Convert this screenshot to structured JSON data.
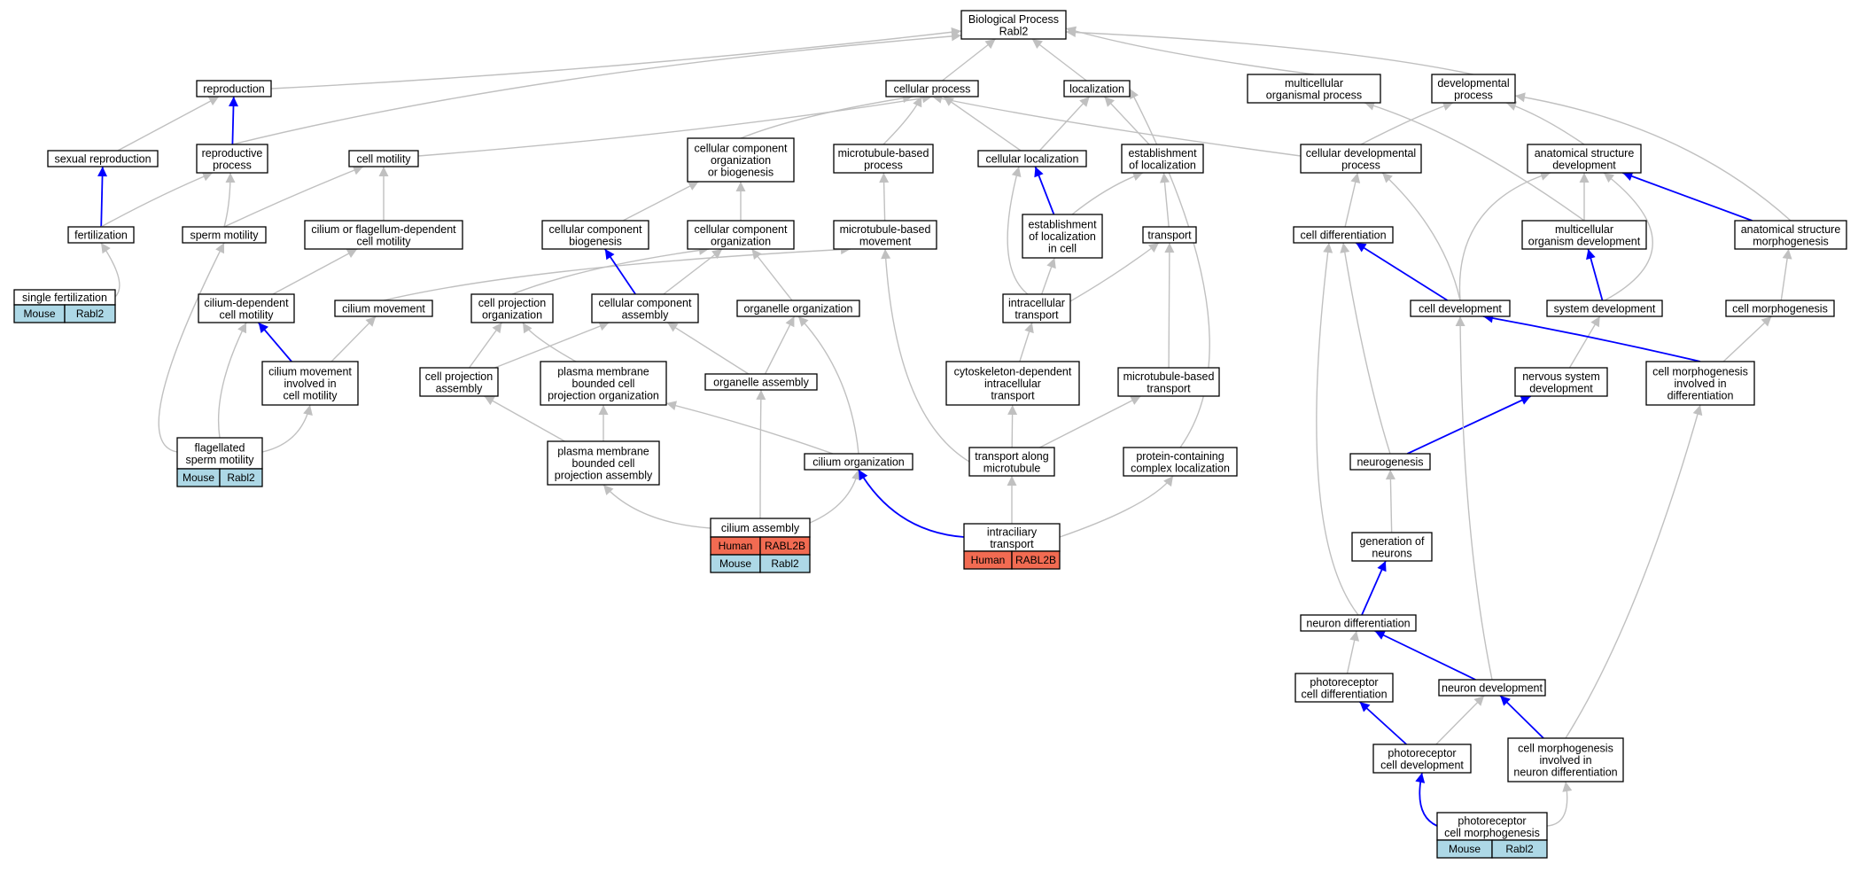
{
  "colors": {
    "mouse": "#add8e6",
    "human": "#f26b52",
    "relation_edge": "#c0c0c0",
    "part_of_edge": "#0000ff"
  },
  "nodes": [
    {
      "id": "bp",
      "label": [
        "Biological Process",
        "Rabl2"
      ]
    },
    {
      "id": "reproduction",
      "label": [
        "reproduction"
      ]
    },
    {
      "id": "cellproc",
      "label": [
        "cellular process"
      ]
    },
    {
      "id": "localization",
      "label": [
        "localization"
      ]
    },
    {
      "id": "multiorg",
      "label": [
        "multicellular",
        "organismal process"
      ]
    },
    {
      "id": "devproc",
      "label": [
        "developmental",
        "process"
      ]
    },
    {
      "id": "sexrep",
      "label": [
        "sexual reproduction"
      ]
    },
    {
      "id": "reproproc",
      "label": [
        "reproductive",
        "process"
      ]
    },
    {
      "id": "cellmot",
      "label": [
        "cell motility"
      ]
    },
    {
      "id": "ccorgbio",
      "label": [
        "cellular component",
        "organization",
        "or biogenesis"
      ]
    },
    {
      "id": "mtbproc",
      "label": [
        "microtubule-based",
        "process"
      ]
    },
    {
      "id": "cellloc",
      "label": [
        "cellular localization"
      ]
    },
    {
      "id": "estloc",
      "label": [
        "establishment",
        "of localization"
      ]
    },
    {
      "id": "celldevproc",
      "label": [
        "cellular developmental",
        "process"
      ]
    },
    {
      "id": "anatdev",
      "label": [
        "anatomical structure",
        "development"
      ]
    },
    {
      "id": "fert",
      "label": [
        "fertilization"
      ]
    },
    {
      "id": "spermmot",
      "label": [
        "sperm motility"
      ]
    },
    {
      "id": "ciliumflag",
      "label": [
        "cilium or flagellum-dependent",
        "cell motility"
      ]
    },
    {
      "id": "ccbio",
      "label": [
        "cellular component",
        "biogenesis"
      ]
    },
    {
      "id": "ccorg",
      "label": [
        "cellular component",
        "organization"
      ]
    },
    {
      "id": "mtbmove",
      "label": [
        "microtubule-based",
        "movement"
      ]
    },
    {
      "id": "estlocincell",
      "label": [
        "establishment",
        "of localization",
        "in cell"
      ]
    },
    {
      "id": "transport",
      "label": [
        "transport"
      ]
    },
    {
      "id": "celldiff",
      "label": [
        "cell differentiation"
      ]
    },
    {
      "id": "multiorgdev",
      "label": [
        "multicellular",
        "organism development"
      ]
    },
    {
      "id": "anatmorph",
      "label": [
        "anatomical structure",
        "morphogenesis"
      ]
    },
    {
      "id": "singlefert",
      "label": [
        "single fertilization"
      ],
      "annotations": [
        {
          "organism": "Mouse",
          "gene": "Rabl2"
        }
      ]
    },
    {
      "id": "ciliumdep",
      "label": [
        "cilium-dependent",
        "cell motility"
      ]
    },
    {
      "id": "ciliummove",
      "label": [
        "cilium movement"
      ]
    },
    {
      "id": "cellprojorg",
      "label": [
        "cell projection",
        "organization"
      ]
    },
    {
      "id": "ccassembly",
      "label": [
        "cellular component",
        "assembly"
      ]
    },
    {
      "id": "organelleorg",
      "label": [
        "organelle organization"
      ]
    },
    {
      "id": "intratrans",
      "label": [
        "intracellular",
        "transport"
      ]
    },
    {
      "id": "celldev",
      "label": [
        "cell development"
      ]
    },
    {
      "id": "sysdev",
      "label": [
        "system development"
      ]
    },
    {
      "id": "cellmorph",
      "label": [
        "cell morphogenesis"
      ]
    },
    {
      "id": "ciliummovemot",
      "label": [
        "cilium movement",
        "involved in",
        "cell motility"
      ]
    },
    {
      "id": "cellprojassembly",
      "label": [
        "cell projection",
        "assembly"
      ]
    },
    {
      "id": "pmbcpo",
      "label": [
        "plasma membrane",
        "bounded cell",
        "projection organization"
      ]
    },
    {
      "id": "organelleassembly",
      "label": [
        "organelle assembly"
      ]
    },
    {
      "id": "cytoskel",
      "label": [
        "cytoskeleton-dependent",
        "intracellular",
        "transport"
      ]
    },
    {
      "id": "mtbtrans",
      "label": [
        "microtubule-based",
        "transport"
      ]
    },
    {
      "id": "nervdev",
      "label": [
        "nervous system",
        "development"
      ]
    },
    {
      "id": "cellmorphdiff",
      "label": [
        "cell morphogenesis",
        "involved in",
        "differentiation"
      ]
    },
    {
      "id": "flagsperm",
      "label": [
        "flagellated",
        "sperm motility"
      ],
      "annotations": [
        {
          "organism": "Mouse",
          "gene": "Rabl2"
        }
      ]
    },
    {
      "id": "pmbcpa",
      "label": [
        "plasma membrane",
        "bounded cell",
        "projection assembly"
      ]
    },
    {
      "id": "ciliumorg",
      "label": [
        "cilium organization"
      ]
    },
    {
      "id": "transmt",
      "label": [
        "transport along",
        "microtubule"
      ]
    },
    {
      "id": "protloc",
      "label": [
        "protein-containing",
        "complex localization"
      ]
    },
    {
      "id": "neurogenesis",
      "label": [
        "neurogenesis"
      ]
    },
    {
      "id": "ciliumassembly",
      "label": [
        "cilium assembly"
      ],
      "annotations": [
        {
          "organism": "Human",
          "gene": "RABL2B"
        },
        {
          "organism": "Mouse",
          "gene": "Rabl2"
        }
      ]
    },
    {
      "id": "intracil",
      "label": [
        "intraciliary",
        "transport"
      ],
      "annotations": [
        {
          "organism": "Human",
          "gene": "RABL2B"
        }
      ]
    },
    {
      "id": "genneur",
      "label": [
        "generation of",
        "neurons"
      ]
    },
    {
      "id": "neurdiff",
      "label": [
        "neuron differentiation"
      ]
    },
    {
      "id": "photodiff",
      "label": [
        "photoreceptor",
        "cell differentiation"
      ]
    },
    {
      "id": "neurdev",
      "label": [
        "neuron development"
      ]
    },
    {
      "id": "photodev",
      "label": [
        "photoreceptor",
        "cell development"
      ]
    },
    {
      "id": "cellmorphneur",
      "label": [
        "cell morphogenesis",
        "involved in",
        "neuron differentiation"
      ]
    },
    {
      "id": "photomorph",
      "label": [
        "photoreceptor",
        "cell morphogenesis"
      ],
      "annotations": [
        {
          "organism": "Mouse",
          "gene": "Rabl2"
        }
      ]
    }
  ],
  "edges": [
    {
      "from": "reproduction",
      "to": "bp",
      "kind": "is_a"
    },
    {
      "from": "cellproc",
      "to": "bp",
      "kind": "is_a"
    },
    {
      "from": "localization",
      "to": "bp",
      "kind": "is_a"
    },
    {
      "from": "multiorg",
      "to": "bp",
      "kind": "is_a"
    },
    {
      "from": "devproc",
      "to": "bp",
      "kind": "is_a"
    },
    {
      "from": "reproproc",
      "to": "bp",
      "kind": "is_a"
    },
    {
      "from": "reproproc",
      "to": "reproduction",
      "kind": "part_of"
    },
    {
      "from": "sexrep",
      "to": "reproduction",
      "kind": "is_a"
    },
    {
      "from": "cellmot",
      "to": "cellproc",
      "kind": "is_a"
    },
    {
      "from": "ccorgbio",
      "to": "cellproc",
      "kind": "is_a"
    },
    {
      "from": "mtbproc",
      "to": "cellproc",
      "kind": "is_a"
    },
    {
      "from": "cellloc",
      "to": "cellproc",
      "kind": "is_a"
    },
    {
      "from": "cellloc",
      "to": "localization",
      "kind": "is_a"
    },
    {
      "from": "estloc",
      "to": "localization",
      "kind": "is_a"
    },
    {
      "from": "celldevproc",
      "to": "cellproc",
      "kind": "is_a"
    },
    {
      "from": "celldevproc",
      "to": "devproc",
      "kind": "is_a"
    },
    {
      "from": "anatdev",
      "to": "devproc",
      "kind": "is_a"
    },
    {
      "from": "anatmorph",
      "to": "devproc",
      "kind": "is_a"
    },
    {
      "from": "multiorgdev",
      "to": "multiorg",
      "kind": "is_a"
    },
    {
      "from": "fert",
      "to": "sexrep",
      "kind": "part_of"
    },
    {
      "from": "fert",
      "to": "reproproc",
      "kind": "is_a"
    },
    {
      "from": "spermmot",
      "to": "reproproc",
      "kind": "is_a"
    },
    {
      "from": "spermmot",
      "to": "cellmot",
      "kind": "is_a"
    },
    {
      "from": "ciliumflag",
      "to": "cellmot",
      "kind": "is_a"
    },
    {
      "from": "ccbio",
      "to": "ccorgbio",
      "kind": "is_a"
    },
    {
      "from": "ccorg",
      "to": "ccorgbio",
      "kind": "is_a"
    },
    {
      "from": "mtbmove",
      "to": "mtbproc",
      "kind": "is_a"
    },
    {
      "from": "estlocincell",
      "to": "cellloc",
      "kind": "part_of"
    },
    {
      "from": "estlocincell",
      "to": "estloc",
      "kind": "is_a"
    },
    {
      "from": "transport",
      "to": "estloc",
      "kind": "is_a"
    },
    {
      "from": "celldiff",
      "to": "celldevproc",
      "kind": "is_a"
    },
    {
      "from": "multiorgdev",
      "to": "anatdev",
      "kind": "is_a"
    },
    {
      "from": "anatmorph",
      "to": "anatdev",
      "kind": "part_of"
    },
    {
      "from": "singlefert",
      "to": "fert",
      "kind": "is_a"
    },
    {
      "from": "ciliumdep",
      "to": "ciliumflag",
      "kind": "is_a"
    },
    {
      "from": "ciliummove",
      "to": "mtbmove",
      "kind": "is_a"
    },
    {
      "from": "cellprojorg",
      "to": "ccorg",
      "kind": "is_a"
    },
    {
      "from": "ccassembly",
      "to": "ccbio",
      "kind": "part_of"
    },
    {
      "from": "ccassembly",
      "to": "ccorg",
      "kind": "is_a"
    },
    {
      "from": "organelleorg",
      "to": "ccorg",
      "kind": "is_a"
    },
    {
      "from": "intratrans",
      "to": "cellloc",
      "kind": "is_a"
    },
    {
      "from": "intratrans",
      "to": "estlocincell",
      "kind": "is_a"
    },
    {
      "from": "intratrans",
      "to": "transport",
      "kind": "is_a"
    },
    {
      "from": "celldev",
      "to": "celldiff",
      "kind": "part_of"
    },
    {
      "from": "celldev",
      "to": "celldevproc",
      "kind": "is_a"
    },
    {
      "from": "celldev",
      "to": "anatdev",
      "kind": "is_a"
    },
    {
      "from": "sysdev",
      "to": "multiorgdev",
      "kind": "part_of"
    },
    {
      "from": "sysdev",
      "to": "anatdev",
      "kind": "is_a"
    },
    {
      "from": "cellmorph",
      "to": "anatmorph",
      "kind": "is_a"
    },
    {
      "from": "ciliummovemot",
      "to": "ciliumdep",
      "kind": "part_of"
    },
    {
      "from": "ciliummovemot",
      "to": "ciliummove",
      "kind": "is_a"
    },
    {
      "from": "cellprojassembly",
      "to": "cellprojorg",
      "kind": "is_a"
    },
    {
      "from": "pmbcpo",
      "to": "cellprojorg",
      "kind": "is_a"
    },
    {
      "from": "cellprojassembly",
      "to": "ccassembly",
      "kind": "is_a"
    },
    {
      "from": "organelleassembly",
      "to": "ccassembly",
      "kind": "is_a"
    },
    {
      "from": "organelleassembly",
      "to": "organelleorg",
      "kind": "is_a"
    },
    {
      "from": "cytoskel",
      "to": "intratrans",
      "kind": "is_a"
    },
    {
      "from": "mtbtrans",
      "to": "transport",
      "kind": "is_a"
    },
    {
      "from": "nervdev",
      "to": "sysdev",
      "kind": "is_a"
    },
    {
      "from": "cellmorphdiff",
      "to": "celldev",
      "kind": "part_of"
    },
    {
      "from": "cellmorphdiff",
      "to": "cellmorph",
      "kind": "is_a"
    },
    {
      "from": "flagsperm",
      "to": "spermmot",
      "kind": "is_a"
    },
    {
      "from": "flagsperm",
      "to": "ciliumdep",
      "kind": "is_a"
    },
    {
      "from": "flagsperm",
      "to": "ciliummovemot",
      "kind": "is_a"
    },
    {
      "from": "pmbcpa",
      "to": "cellprojassembly",
      "kind": "is_a"
    },
    {
      "from": "pmbcpa",
      "to": "pmbcpo",
      "kind": "is_a"
    },
    {
      "from": "ciliumorg",
      "to": "pmbcpo",
      "kind": "is_a"
    },
    {
      "from": "ciliumorg",
      "to": "organelleorg",
      "kind": "is_a"
    },
    {
      "from": "transmt",
      "to": "mtbmove",
      "kind": "is_a"
    },
    {
      "from": "transmt",
      "to": "cytoskel",
      "kind": "is_a"
    },
    {
      "from": "transmt",
      "to": "mtbtrans",
      "kind": "is_a"
    },
    {
      "from": "protloc",
      "to": "localization",
      "kind": "is_a"
    },
    {
      "from": "neurogenesis",
      "to": "nervdev",
      "kind": "part_of"
    },
    {
      "from": "neurogenesis",
      "to": "celldiff",
      "kind": "is_a"
    },
    {
      "from": "ciliumassembly",
      "to": "pmbcpa",
      "kind": "is_a"
    },
    {
      "from": "ciliumassembly",
      "to": "organelleassembly",
      "kind": "is_a"
    },
    {
      "from": "ciliumassembly",
      "to": "ciliumorg",
      "kind": "is_a"
    },
    {
      "from": "intracil",
      "to": "ciliumorg",
      "kind": "part_of"
    },
    {
      "from": "intracil",
      "to": "transmt",
      "kind": "is_a"
    },
    {
      "from": "intracil",
      "to": "protloc",
      "kind": "is_a"
    },
    {
      "from": "genneur",
      "to": "neurogenesis",
      "kind": "is_a"
    },
    {
      "from": "neurdiff",
      "to": "genneur",
      "kind": "part_of"
    },
    {
      "from": "neurdiff",
      "to": "celldiff",
      "kind": "is_a"
    },
    {
      "from": "photodiff",
      "to": "neurdiff",
      "kind": "is_a"
    },
    {
      "from": "neurdev",
      "to": "neurdiff",
      "kind": "part_of"
    },
    {
      "from": "neurdev",
      "to": "celldev",
      "kind": "is_a"
    },
    {
      "from": "photodev",
      "to": "photodiff",
      "kind": "part_of"
    },
    {
      "from": "photodev",
      "to": "neurdev",
      "kind": "is_a"
    },
    {
      "from": "cellmorphneur",
      "to": "neurdev",
      "kind": "part_of"
    },
    {
      "from": "cellmorphneur",
      "to": "cellmorphdiff",
      "kind": "is_a"
    },
    {
      "from": "photomorph",
      "to": "photodev",
      "kind": "part_of"
    },
    {
      "from": "photomorph",
      "to": "cellmorphneur",
      "kind": "is_a"
    }
  ]
}
